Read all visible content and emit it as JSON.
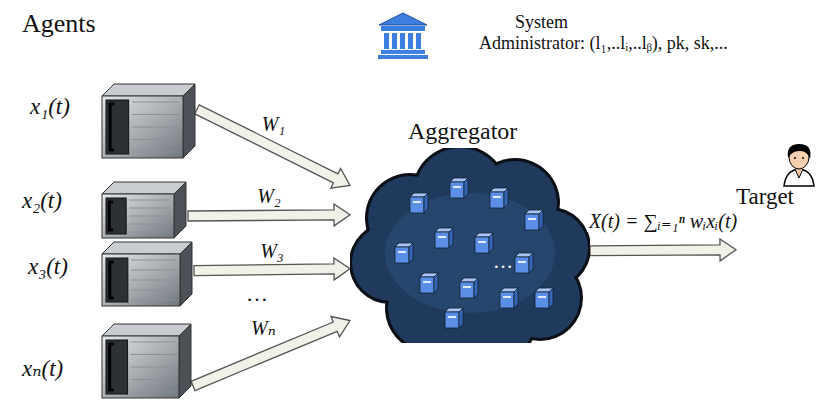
{
  "diagram": {
    "nodes": [
      {
        "text": [
          "System Administrator: (l₁,..lᵢ,..lᵦ), pk, sk,..."
        ]
      },
      {
        "text": [
          "x₁(t)"
        ]
      },
      {
        "text": [
          "x₂(t)"
        ]
      },
      {
        "text": [
          "x₃(t)"
        ]
      },
      {
        "text": [
          "xₙ(t)"
        ]
      },
      {
        "text": [
          "Aggregator"
        ]
      },
      {
        "text": [
          "Target"
        ]
      }
    ],
    "edges": [
      {
        "from": 1,
        "to": 5,
        "arrow": "to",
        "label": "W₁"
      },
      {
        "from": 2,
        "to": 5,
        "arrow": "to",
        "label": "W₂"
      },
      {
        "from": 3,
        "to": 5,
        "arrow": "to",
        "label": "W₃"
      },
      {
        "from": 4,
        "to": 5,
        "arrow": "to",
        "label": "Wₙ"
      },
      {
        "from": 5,
        "to": 6,
        "arrow": "to",
        "label": "X(t) = ∑ᵢ₌₁ⁿ wᵢxᵢ(t)"
      }
    ],
    "labels": [
      "Agents",
      "…",
      "…"
    ]
  }
}
